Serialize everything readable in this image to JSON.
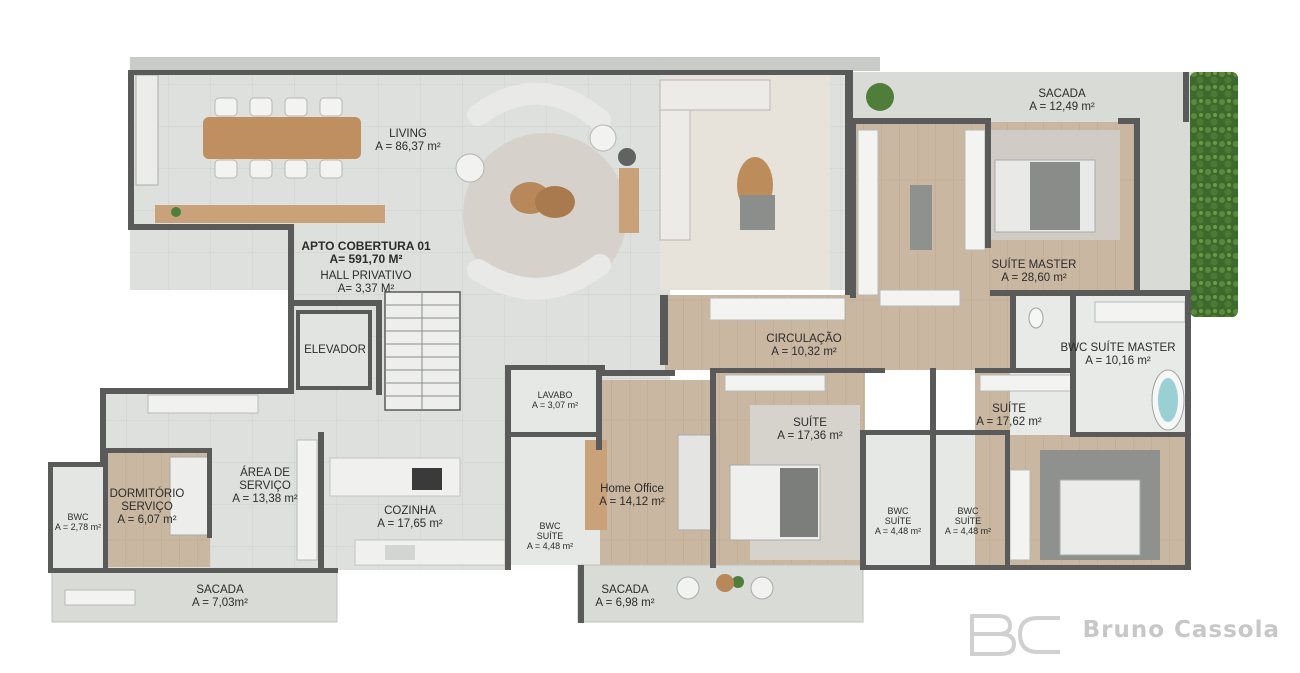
{
  "apartment": {
    "title": "APTO COBERTURA 01",
    "total_area": "A= 591,70 M²"
  },
  "rooms": {
    "living": {
      "name": "LIVING",
      "area": "A = 86,37 m²"
    },
    "hall": {
      "name": "HALL PRIVATIVO",
      "area": "A= 3,37 M²"
    },
    "elevador": {
      "name": "ELEVADOR"
    },
    "sacada_top": {
      "name": "SACADA",
      "area": "A = 12,49 m²"
    },
    "suite_master": {
      "name": "SUÍTE MASTER",
      "area": "A = 28,60 m²"
    },
    "circulacao": {
      "name": "CIRCULAÇÃO",
      "area": "A = 10,32 m²"
    },
    "bwc_master": {
      "name": "BWC SUÍTE MASTER",
      "area": "A = 10,16 m²"
    },
    "lavabo": {
      "name": "LAVABO",
      "area": "A = 3,07 m²"
    },
    "suite_1": {
      "name": "SUÍTE",
      "area": "A = 17,36 m²"
    },
    "suite_2": {
      "name": "SUÍTE",
      "area": "A = 17,62 m²"
    },
    "home_office": {
      "name": "Home Office",
      "area": "A = 14,12 m²"
    },
    "bwc_suite_1": {
      "name1": "BWC",
      "name2": "SUÍTE",
      "area": "A = 4,48 m²"
    },
    "bwc_suite_2": {
      "name1": "BWC",
      "name2": "SUÍTE",
      "area": "A = 4,48 m²"
    },
    "bwc_suite_3": {
      "name1": "BWC",
      "name2": "SUÍTE",
      "area": "A = 4,48 m²"
    },
    "area_servico": {
      "name1": "ÁREA DE",
      "name2": "SERVIÇO",
      "area": "A = 13,38 m²"
    },
    "dormitorio": {
      "name1": "DORMITÓRIO",
      "name2": "SERVIÇO",
      "area": "A = 6,07 m²"
    },
    "bwc_small": {
      "name": "BWC",
      "area": "A = 2,78 m²"
    },
    "cozinha": {
      "name": "COZINHA",
      "area": "A = 17,65 m²"
    },
    "sacada_left": {
      "name": "SACADA",
      "area": "A = 7,03m²"
    },
    "sacada_bottom": {
      "name": "SACADA",
      "area": "A = 6,98 m²"
    }
  },
  "watermark": {
    "text": "Bruno Cassola",
    "logo_icon": "bc-logo-icon"
  },
  "colors": {
    "wall": "#5a5a5a",
    "tile_floor": "#dcdfdb",
    "wood_floor": "#c6b39c",
    "balcony": "#d9dbd7",
    "rug": "#d6d2cb",
    "plant": "#4f7d3a",
    "wood_furniture": "#b8875a"
  }
}
